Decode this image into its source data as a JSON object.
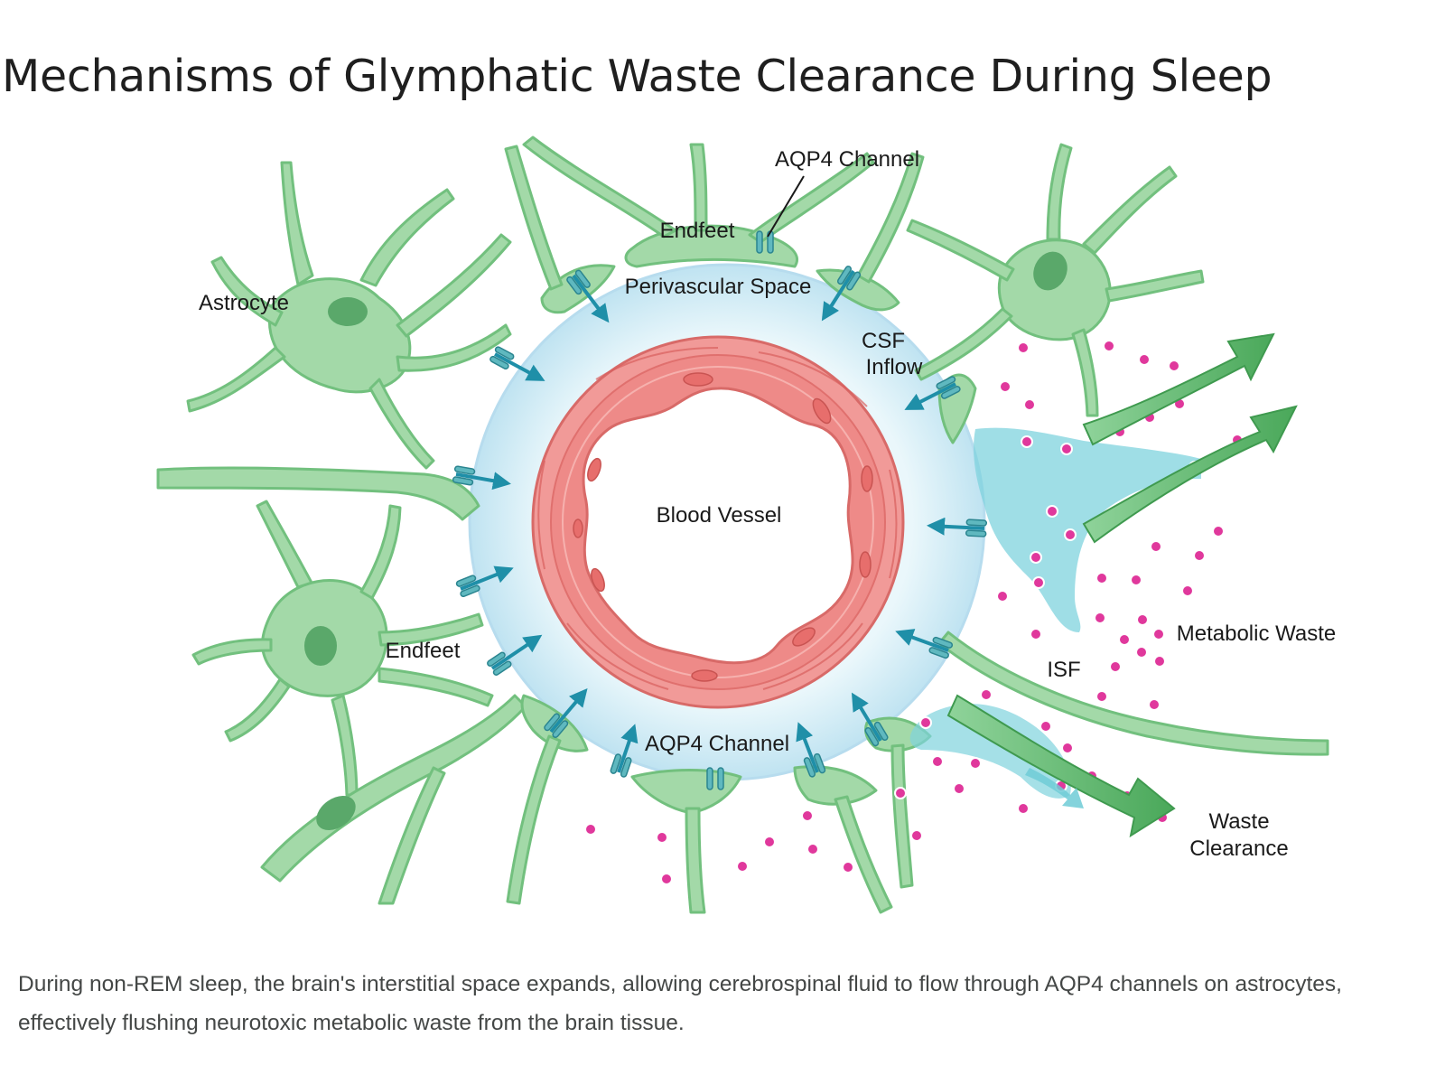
{
  "title": "Mechanisms of Glymphatic Waste Clearance During Sleep",
  "caption": "During non-REM sleep, the brain's interstitial space expands, allowing cerebrospinal fluid to flow through AQP4 channels on astrocytes, effectively flushing neurotoxic metabolic waste from the brain tissue.",
  "labels": {
    "aqp4_top": "AQP4 Channel",
    "endfeet_top": "Endfeet",
    "perivascular": "Perivascular Space",
    "astrocyte": "Astrocyte",
    "csf_line1": "CSF",
    "csf_line2": "Inflow",
    "blood_vessel": "Blood Vessel",
    "endfeet_left": "Endfeet",
    "metabolic_waste": "Metabolic Waste",
    "isf": "ISF",
    "aqp4_bottom": "AQP4 Channel",
    "waste_line1": "Waste",
    "waste_line2": "Clearance"
  },
  "colors": {
    "astrocyte_fill": "#a3d9a8",
    "astrocyte_stroke": "#72c07e",
    "nucleus": "#5aa86a",
    "perivascular": "#d6eef7",
    "vessel_outer": "#f19a98",
    "vessel_inner": "#e77e7c",
    "csf_arrow": "#1f8fa8",
    "channel": "#5fb8bf",
    "waste_dot": "#e0389c",
    "isf": "#7fd3dd",
    "clearance_arrow": "#57b364"
  }
}
